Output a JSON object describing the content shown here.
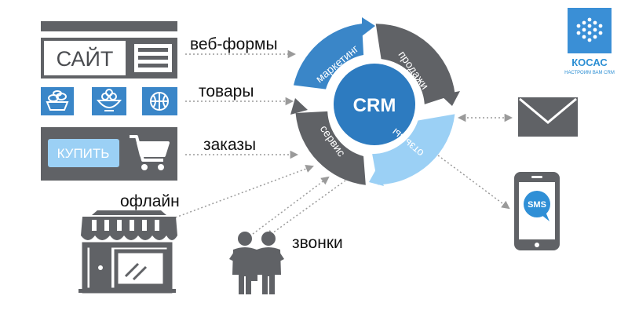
{
  "colors": {
    "dark": "#606266",
    "blue": "#3a86c8",
    "light_blue": "#9bd0f5",
    "inner_blue": "#2d7bc0",
    "sms_blue": "#2f8fd6",
    "arrow": "#9a9a9a",
    "logo_blue": "#2b8ed3"
  },
  "website": {
    "site_label": "САЙТ",
    "buy_label": "КУПИТЬ",
    "product_icons": [
      "bread-basket-icon",
      "fruit-bowl-icon",
      "basketball-icon"
    ]
  },
  "channels": {
    "web_forms": "веб-формы",
    "products": "товары",
    "orders": "заказы",
    "offline": "офлайн",
    "calls": "звонки"
  },
  "cycle": {
    "center": "CRM",
    "segments": {
      "marketing": "маркетинг",
      "sales": "продажи",
      "reviews": "отзывы",
      "service": "сервис"
    }
  },
  "outputs": {
    "sms_label": "SMS",
    "icons": [
      "envelope-icon",
      "smartphone-icon"
    ]
  },
  "logo": {
    "name": "КОСАС",
    "tagline": "НАСТРОИМ ВАМ CRM"
  }
}
